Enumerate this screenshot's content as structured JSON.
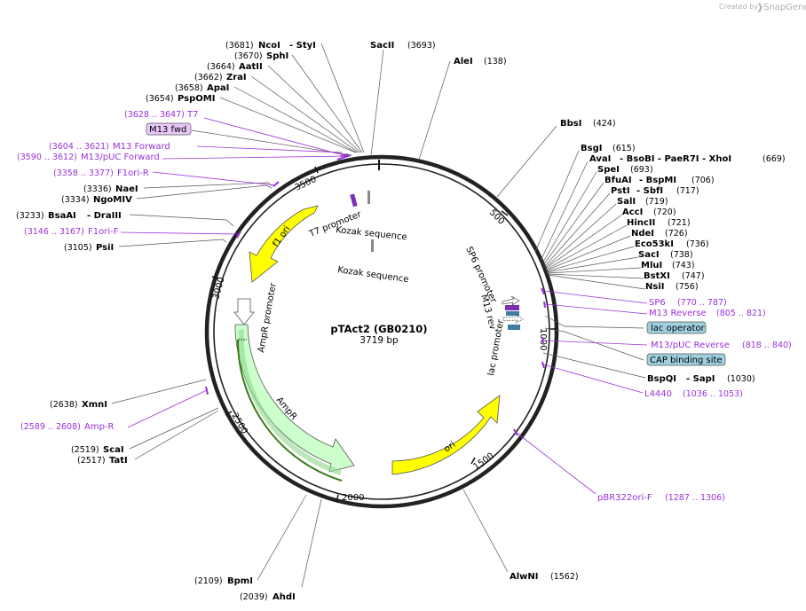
{
  "brand": {
    "created_by": "Created by",
    "name": "SnapGene"
  },
  "title": "pTAct2 (GB0210)",
  "length": "3719 bp",
  "ticks": [
    "500",
    "1000",
    "1500",
    "2000",
    "2500",
    "3000",
    "3500"
  ],
  "features": {
    "t7_promoter": "T7 promoter",
    "kozak_1": "Kozak sequence",
    "kozak_2": "Kozak sequence",
    "f1_ori": "f1 ori",
    "ampr_promoter": "AmpR promoter",
    "ampr": "AmpR",
    "ori": "ori",
    "sp6_promoter": "SP6 promoter",
    "m13_rev": "M13 rev",
    "lac_promoter": "lac promoter"
  },
  "sites_left": [
    {
      "pos": "(3681)",
      "name": "NcoI",
      "extra": "- StyI"
    },
    {
      "pos": "(3670)",
      "name": "SphI"
    },
    {
      "pos": "(3664)",
      "name": "AatII"
    },
    {
      "pos": "(3662)",
      "name": "ZraI"
    },
    {
      "pos": "(3658)",
      "name": "ApaI"
    },
    {
      "pos": "(3654)",
      "name": "PspOMI"
    },
    {
      "pos": "(3336)",
      "name": "NaeI"
    },
    {
      "pos": "(3334)",
      "name": "NgoMIV"
    },
    {
      "pos": "(3233)",
      "name": "BsaAI",
      "extra": "- DraIII"
    },
    {
      "pos": "(3105)",
      "name": "PsiI"
    },
    {
      "pos": "(2638)",
      "name": "XmnI"
    },
    {
      "pos": "(2519)",
      "name": "ScaI"
    },
    {
      "pos": "(2517)",
      "name": "TatI"
    },
    {
      "pos": "(2109)",
      "name": "BpmI"
    },
    {
      "pos": "(2039)",
      "name": "AhdI"
    }
  ],
  "sites_right": [
    {
      "pos": "(3693)",
      "name": "SacII"
    },
    {
      "pos": "(138)",
      "name": "AleI"
    },
    {
      "pos": "(424)",
      "name": "BbsI"
    },
    {
      "pos": "(615)",
      "name": "BsgI"
    },
    {
      "pos": "(669)",
      "name": "AvaI",
      "extra": "- BsoBI   - PaeR7I   - XhoI"
    },
    {
      "pos": "(693)",
      "name": "SpeI"
    },
    {
      "pos": "(706)",
      "name": "BfuAI",
      "extra": "- BspMI"
    },
    {
      "pos": "(717)",
      "name": "PstI",
      "extra": "- SbfI"
    },
    {
      "pos": "(719)",
      "name": "SalI"
    },
    {
      "pos": "(720)",
      "name": "AccI"
    },
    {
      "pos": "(721)",
      "name": "HincII"
    },
    {
      "pos": "(726)",
      "name": "NdeI"
    },
    {
      "pos": "(736)",
      "name": "Eco53kI"
    },
    {
      "pos": "(738)",
      "name": "SacI"
    },
    {
      "pos": "(743)",
      "name": "MluI"
    },
    {
      "pos": "(747)",
      "name": "BstXI"
    },
    {
      "pos": "(756)",
      "name": "NsiI"
    },
    {
      "pos": "(1030)",
      "name": "BspQI",
      "extra": "- SapI"
    },
    {
      "pos": "(1562)",
      "name": "AlwNI"
    }
  ],
  "primers_left": [
    {
      "range": "(3628 .. 3647)",
      "name": "T7"
    },
    {
      "name": "M13 fwd"
    },
    {
      "range": "(3604 .. 3621)",
      "name": "M13 Forward"
    },
    {
      "range": "(3590 .. 3612)",
      "name": "M13/pUC Forward"
    },
    {
      "range": "(3358 .. 3377)",
      "name": "F1ori-R"
    },
    {
      "range": "(3146 .. 3167)",
      "name": "F1ori-F"
    },
    {
      "range": "(2589 .. 2608)",
      "name": "Amp-R"
    }
  ],
  "primers_right": [
    {
      "name": "SP6",
      "range": "(770 .. 787)"
    },
    {
      "name": "M13 Reverse",
      "range": "(805 .. 821)"
    },
    {
      "name": "lac operator"
    },
    {
      "name": "M13/pUC Reverse",
      "range": "(818 .. 840)"
    },
    {
      "name": "CAP binding site"
    },
    {
      "name": "L4440",
      "range": "(1036 .. 1053)"
    },
    {
      "name": "pBR322ori-F",
      "range": "(1287 .. 1306)"
    }
  ],
  "colors": {
    "backbone": "#222222",
    "primer": "#9b30d9",
    "f1_ori": "#ffff00",
    "ori": "#ffff00",
    "ampr": "#ccffcc",
    "feature_box": "#9ed0e0",
    "primer_box": "#e8c8f8"
  }
}
